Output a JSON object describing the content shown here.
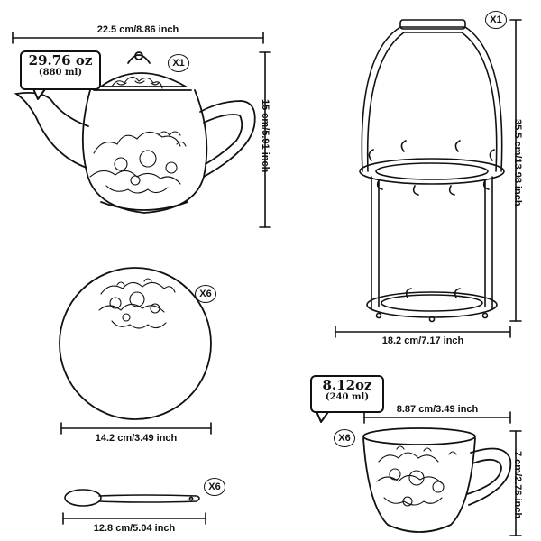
{
  "dimensions": {
    "teapot_width": "22.5 cm/8.86 inch",
    "teapot_height": "15 cm/5.91 inch",
    "rack_height": "35.5 cm/13.98 inch",
    "rack_width": "18.2 cm/7.17 inch",
    "saucer_width": "14.2 cm/3.49 inch",
    "cup_width": "8.87 cm/3.49 inch",
    "cup_height": "7 cm/2.76 inch",
    "spoon_width": "12.8 cm/5.04 inch"
  },
  "quantities": {
    "teapot": "X1",
    "rack": "X1",
    "saucer": "X6",
    "cup": "X6",
    "spoon": "X6"
  },
  "capacities": {
    "teapot_oz": "29.76 oz",
    "teapot_ml": "(880 ml)",
    "cup_oz": "8.12oz",
    "cup_ml": "(240 ml)"
  }
}
